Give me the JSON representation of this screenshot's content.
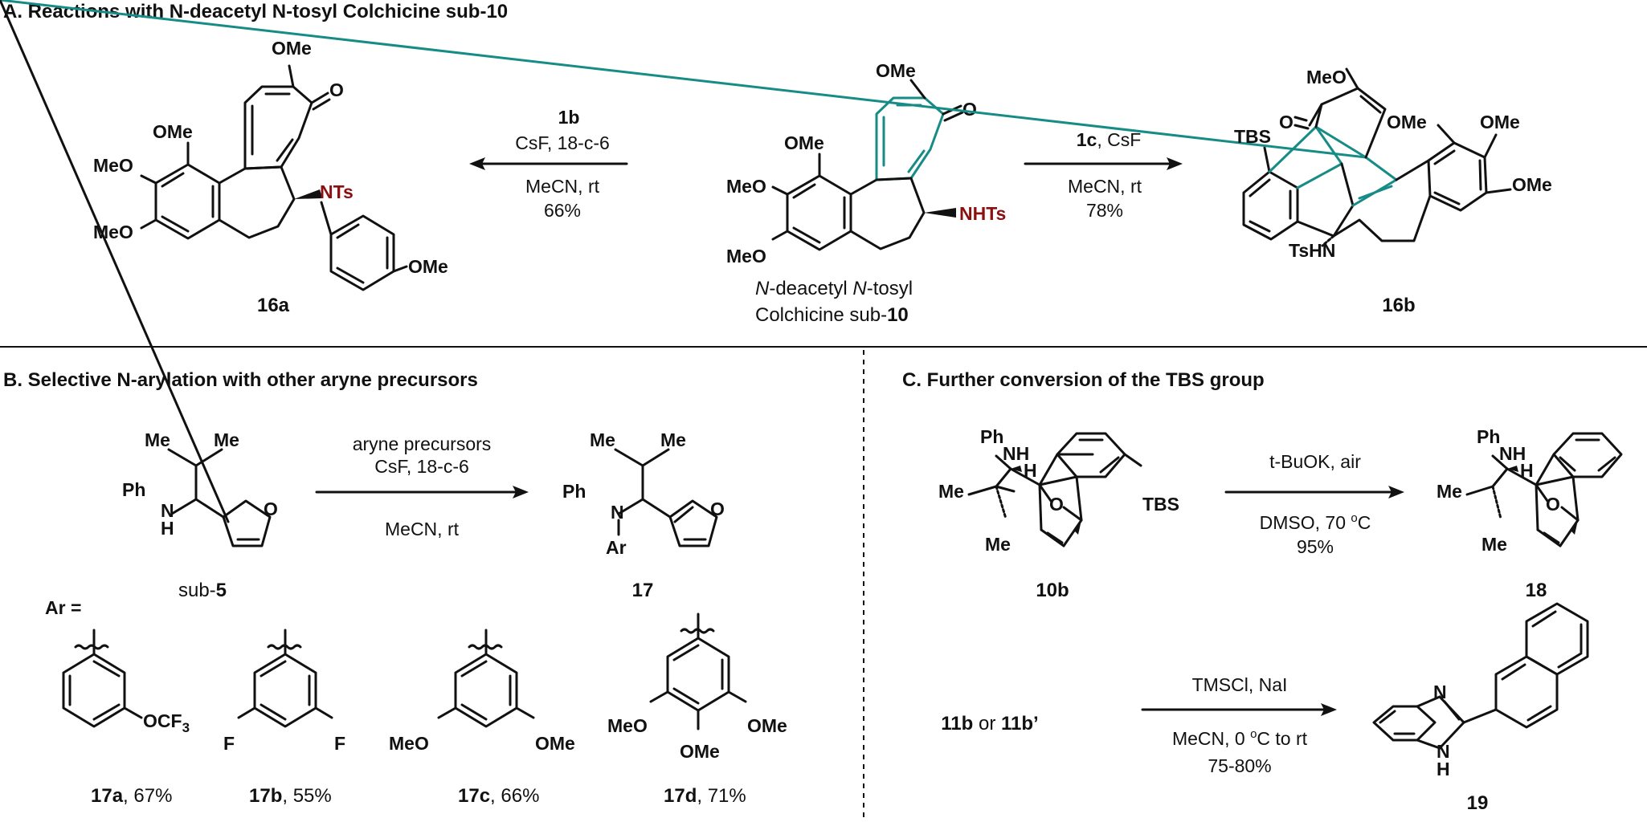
{
  "sections": {
    "a_title": "A. Reactions with N-deacetyl N-tosyl Colchicine sub-10",
    "b_title": "B. Selective N-arylation with other aryne precursors",
    "c_title": "C. Further conversion of the TBS group"
  },
  "panel_a": {
    "left_arrow": {
      "reagent": "1b",
      "line1": "CsF, 18-c-6",
      "line2": "MeCN, rt",
      "yield": "66%"
    },
    "right_arrow": {
      "reagent": "1c",
      "line1": ", CsF",
      "line2": "MeCN, rt",
      "yield": "78%"
    },
    "center_caption_italic1": "N",
    "center_caption_mid": "-deacetyl ",
    "center_caption_italic2": "N",
    "center_caption_end": "-tosyl",
    "center_caption2": "Colchicine sub-",
    "center_caption2_bold": "10",
    "left_product": "16a",
    "right_product": "16b",
    "atoms": {
      "ome": "OMe",
      "meo": "MeO",
      "o": "O",
      "nts": "NTs",
      "nhts": "NHTs",
      "tbs": "TBS",
      "tshn": "TsHN"
    }
  },
  "panel_b": {
    "arrow_line1": "aryne precursors",
    "arrow_line2": "CsF, 18-c-6",
    "arrow_line3": "MeCN, rt",
    "substrate_label": "sub-",
    "substrate_bold": "5",
    "product_label": "17",
    "ar_equals": "Ar =",
    "products": [
      {
        "label": "17a",
        "yield": ", 67%",
        "sub": "OCF"
      },
      {
        "label": "17b",
        "yield": ", 55%",
        "sub": "F"
      },
      {
        "label": "17c",
        "yield": ", 66%",
        "sub": "OMe"
      },
      {
        "label": "17d",
        "yield": ", 71%",
        "sub": "OMe"
      }
    ],
    "atoms": {
      "me": "Me",
      "ph": "Ph",
      "n": "N",
      "h": "H",
      "ar": "Ar",
      "o": "O",
      "f": "F",
      "meo": "MeO",
      "ocf3_sub": "3"
    }
  },
  "panel_c": {
    "arrow1_line1": "t-BuOK, air",
    "arrow1_line2": "DMSO, 70 ",
    "arrow1_deg": "o",
    "arrow1_c": "C",
    "arrow1_yield": "95%",
    "sm1": "10b",
    "product1": "18",
    "sm2_a": "11b",
    "sm2_or": " or ",
    "sm2_b": "11b’",
    "arrow2_line1": "TMSCl, NaI",
    "arrow2_line2a": "MeCN, 0 ",
    "arrow2_deg": "o",
    "arrow2_line2b": "C to rt",
    "arrow2_yield": "75-80%",
    "product2": "19",
    "atoms": {
      "ph": "Ph",
      "nh": "NH",
      "h": "H",
      "me": "Me",
      "o": "O",
      "tbs": "TBS",
      "n": "N"
    }
  },
  "colors": {
    "teal": "#178c86",
    "red": "#8b1111",
    "ink": "#111111"
  }
}
